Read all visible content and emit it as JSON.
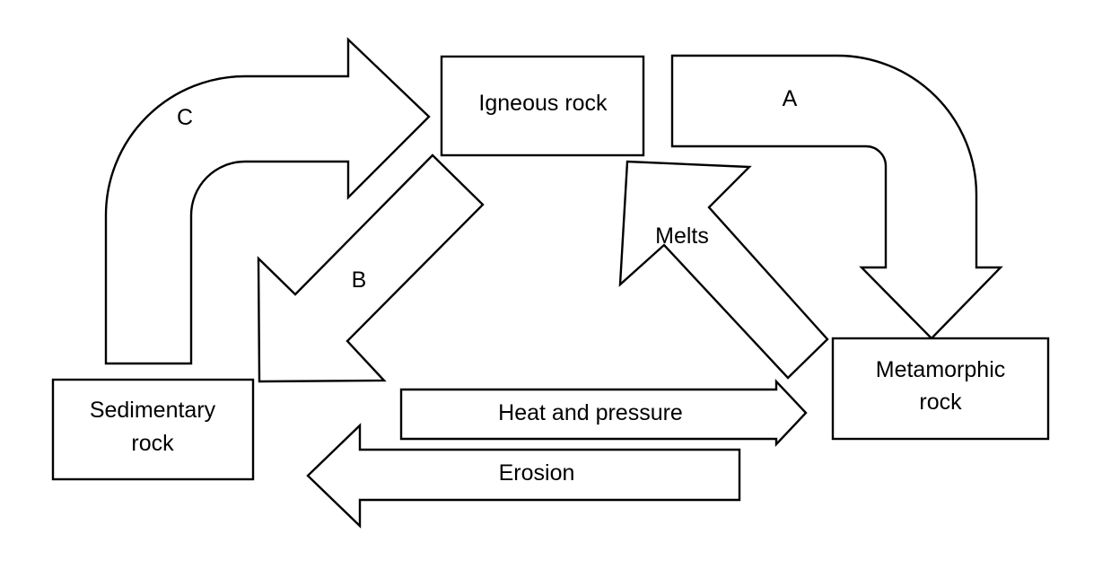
{
  "diagram": {
    "nodes": {
      "igneous": "Igneous rock",
      "sedimentary": [
        "Sedimentary",
        "rock"
      ],
      "metamorphic": [
        "Metamorphic",
        "rock"
      ]
    },
    "arrows": {
      "a": "A",
      "b": "B",
      "c": "C",
      "melts": "Melts",
      "heat": "Heat and pressure",
      "erosion": "Erosion"
    }
  },
  "colors": {
    "stroke": "#000000",
    "fill": "#ffffff"
  }
}
